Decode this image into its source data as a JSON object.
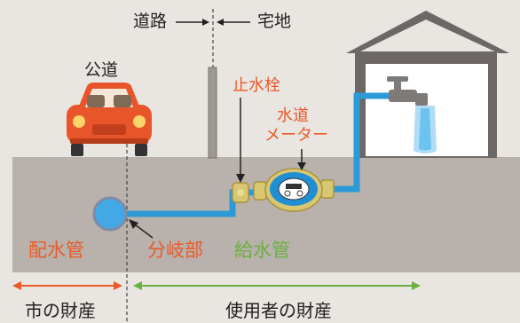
{
  "labels": {
    "road": "道路",
    "residential": "宅地",
    "public_road": "公道",
    "stop_valve": "止水栓",
    "meter_line1": "水道",
    "meter_line2": "メーター",
    "main_pipe": "配水管",
    "branch": "分岐部",
    "service_pipe": "給水管",
    "city_property": "市の財産",
    "user_property": "使用者の財産"
  },
  "colors": {
    "background": "#e9e5e0",
    "ground": "#b9b1ab",
    "pipe": "#2b9ad6",
    "accent_red": "#ea5a2a",
    "accent_green": "#6ab043",
    "house_roof": "#6d6865",
    "car_body": "#e8552a"
  },
  "icons": [
    "car-icon",
    "house-icon",
    "faucet-icon",
    "water-meter-icon",
    "stop-valve-icon",
    "arrow-icon"
  ]
}
